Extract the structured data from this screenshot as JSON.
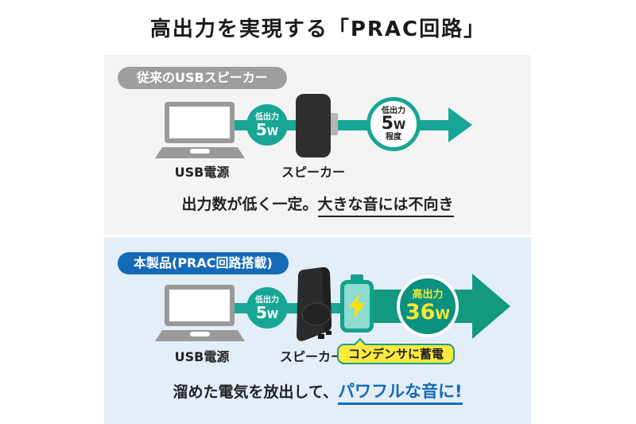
{
  "title": "高出力を実現する「PRAC回路」",
  "colors": {
    "teal": "#17a695",
    "arrow_green": "#12997f",
    "circle_green": "#0a9180",
    "blue_accent": "#156ab8",
    "badge_yellow": "#ffe93c",
    "bolt_yellow": "#ffe100",
    "panel_gray": "#f4f4f4",
    "panel_blue": "#e4eef9"
  },
  "conventional": {
    "badge": "従来のUSBスピーカー",
    "power_source_label": "USB電源",
    "speaker_label": "スピーカー",
    "low_output": {
      "label": "低出力",
      "value": "5",
      "unit": "W"
    },
    "output_circle": {
      "label": "低出力",
      "value": "5",
      "unit": "W",
      "note": "程度"
    },
    "caption": {
      "plain": "出力数が低く一定。",
      "underlined": "大きな音には不向き"
    }
  },
  "product": {
    "badge": "本製品(PRAC回路搭載)",
    "power_source_label": "USB電源",
    "speaker_label": "スピーカー",
    "low_output": {
      "label": "低出力",
      "value": "5",
      "unit": "W"
    },
    "high_output": {
      "label": "高出力",
      "value": "36",
      "unit": "W"
    },
    "capacitor_badge": "コンデンサに蓄電",
    "caption": {
      "plain": "溜めた電気を放出して、",
      "highlight": "パワフルな音に!"
    }
  }
}
